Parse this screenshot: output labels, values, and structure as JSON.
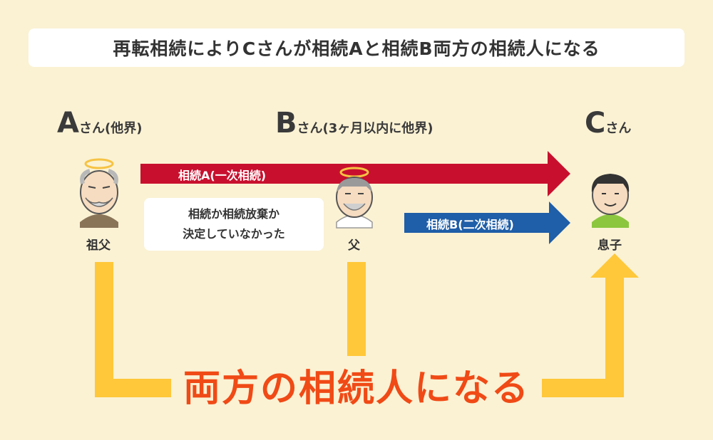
{
  "title": "再転相続によりCさんが相続Aと相続B両方の相続人になる",
  "persons": [
    {
      "letter": "A",
      "suffix": "さん(他界)",
      "role": "祖父"
    },
    {
      "letter": "B",
      "suffix": "さん(3ヶ月以内に他界)",
      "role": "父"
    },
    {
      "letter": "C",
      "suffix": "さん",
      "role": "息子"
    }
  ],
  "note": {
    "line1": "相続か相続放棄か",
    "line2": "決定していなかった"
  },
  "arrows": {
    "a": "相続A(一次相続)",
    "b": "相続B(二次相続)"
  },
  "conclusion": "両方の相続人になる",
  "colors": {
    "background": "#fbf2d4",
    "arrow_a": "#c8102e",
    "arrow_b": "#1f5ea8",
    "path": "#ffc83a",
    "conclusion_text": "#f04a16"
  },
  "icons": [
    "grandfather-angel-icon",
    "father-angel-icon",
    "son-icon"
  ]
}
